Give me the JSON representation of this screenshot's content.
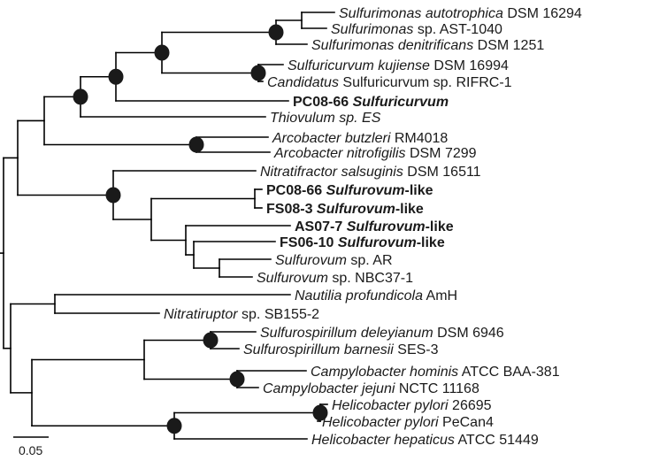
{
  "taxa": [
    {
      "id": "t1",
      "parts": [
        {
          "t": "Sulfurimonas autotrophica",
          "i": true
        },
        {
          "t": " DSM 16294",
          "i": false
        }
      ],
      "bold": false
    },
    {
      "id": "t2",
      "parts": [
        {
          "t": "Sulfurimonas",
          "i": true
        },
        {
          "t": " sp. AST-1040",
          "i": false
        }
      ],
      "bold": false
    },
    {
      "id": "t3",
      "parts": [
        {
          "t": "Sulfurimonas denitrificans",
          "i": true
        },
        {
          "t": " DSM 1251",
          "i": false
        }
      ],
      "bold": false
    },
    {
      "id": "t4",
      "parts": [
        {
          "t": "Sulfuricurvum kujiense",
          "i": true
        },
        {
          "t": " DSM 16994",
          "i": false
        }
      ],
      "bold": false
    },
    {
      "id": "t5",
      "parts": [
        {
          "t": "Candidatus",
          "i": true
        },
        {
          "t": " Sulfuricurvum sp. RIFRC-1",
          "i": false
        }
      ],
      "bold": false
    },
    {
      "id": "t6",
      "parts": [
        {
          "t": "PC08-66 ",
          "i": false
        },
        {
          "t": "Sulfuricurvum",
          "i": true
        }
      ],
      "bold": true
    },
    {
      "id": "t7",
      "parts": [
        {
          "t": "Thiovulum sp. ES",
          "i": true
        }
      ],
      "bold": false
    },
    {
      "id": "t8",
      "parts": [
        {
          "t": "Arcobacter butzleri",
          "i": true
        },
        {
          "t": " RM4018",
          "i": false
        }
      ],
      "bold": false
    },
    {
      "id": "t9",
      "parts": [
        {
          "t": "Arcobacter nitrofigilis",
          "i": true
        },
        {
          "t": " DSM 7299",
          "i": false
        }
      ],
      "bold": false
    },
    {
      "id": "t10",
      "parts": [
        {
          "t": "Nitratifractor salsuginis",
          "i": true
        },
        {
          "t": " DSM 16511",
          "i": false
        }
      ],
      "bold": false
    },
    {
      "id": "t11",
      "parts": [
        {
          "t": "PC08-66 ",
          "i": false
        },
        {
          "t": "Sulfurovum",
          "i": true
        },
        {
          "t": "-like",
          "i": false
        }
      ],
      "bold": true
    },
    {
      "id": "t12",
      "parts": [
        {
          "t": "FS08-3 ",
          "i": false
        },
        {
          "t": "Sulfurovum",
          "i": true
        },
        {
          "t": "-like",
          "i": false
        }
      ],
      "bold": true
    },
    {
      "id": "t13",
      "parts": [
        {
          "t": "AS07-7 ",
          "i": false
        },
        {
          "t": "Sulfurovum",
          "i": true
        },
        {
          "t": "-like",
          "i": false
        }
      ],
      "bold": true
    },
    {
      "id": "t14",
      "parts": [
        {
          "t": "FS06-10 ",
          "i": false
        },
        {
          "t": "Sulfurovum",
          "i": true
        },
        {
          "t": "-like",
          "i": false
        }
      ],
      "bold": true
    },
    {
      "id": "t15",
      "parts": [
        {
          "t": "Sulfurovum",
          "i": true
        },
        {
          "t": " sp. AR",
          "i": false
        }
      ],
      "bold": false
    },
    {
      "id": "t16",
      "parts": [
        {
          "t": "Sulfurovum",
          "i": true
        },
        {
          "t": " sp. NBC37-1",
          "i": false
        }
      ],
      "bold": false
    },
    {
      "id": "t17",
      "parts": [
        {
          "t": "Nautilia profundicola",
          "i": true
        },
        {
          "t": " AmH",
          "i": false
        }
      ],
      "bold": false
    },
    {
      "id": "t18",
      "parts": [
        {
          "t": "Nitratiruptor",
          "i": true
        },
        {
          "t": " sp. SB155-2",
          "i": false
        }
      ],
      "bold": false
    },
    {
      "id": "t19",
      "parts": [
        {
          "t": "Sulfurospirillum deleyianum",
          "i": true
        },
        {
          "t": " DSM 6946",
          "i": false
        }
      ],
      "bold": false
    },
    {
      "id": "t20",
      "parts": [
        {
          "t": "Sulfurospirillum barnesii",
          "i": true
        },
        {
          "t": " SES-3",
          "i": false
        }
      ],
      "bold": false
    },
    {
      "id": "t21",
      "parts": [
        {
          "t": "Campylobacter hominis",
          "i": true
        },
        {
          "t": " ATCC BAA-381",
          "i": false
        }
      ],
      "bold": false
    },
    {
      "id": "t22",
      "parts": [
        {
          "t": "Campylobacter jejuni",
          "i": true
        },
        {
          "t": " NCTC 11168",
          "i": false
        }
      ],
      "bold": false
    },
    {
      "id": "t23",
      "parts": [
        {
          "t": "Helicobacter pylori",
          "i": true
        },
        {
          "t": " 26695",
          "i": false
        }
      ],
      "bold": false
    },
    {
      "id": "t24",
      "parts": [
        {
          "t": "Helicobacter pylori",
          "i": true
        },
        {
          "t": " PeCan4",
          "i": false
        }
      ],
      "bold": false
    },
    {
      "id": "t25",
      "parts": [
        {
          "t": "Helicobacter hepaticus",
          "i": true
        },
        {
          "t": " ATCC 51449",
          "i": false
        }
      ],
      "bold": false
    }
  ],
  "scale_bar": {
    "label": "0.05",
    "value": 0.05
  },
  "colors": {
    "line": "#000000",
    "node": "#1a1a1a",
    "text": "#1a1a1a"
  }
}
